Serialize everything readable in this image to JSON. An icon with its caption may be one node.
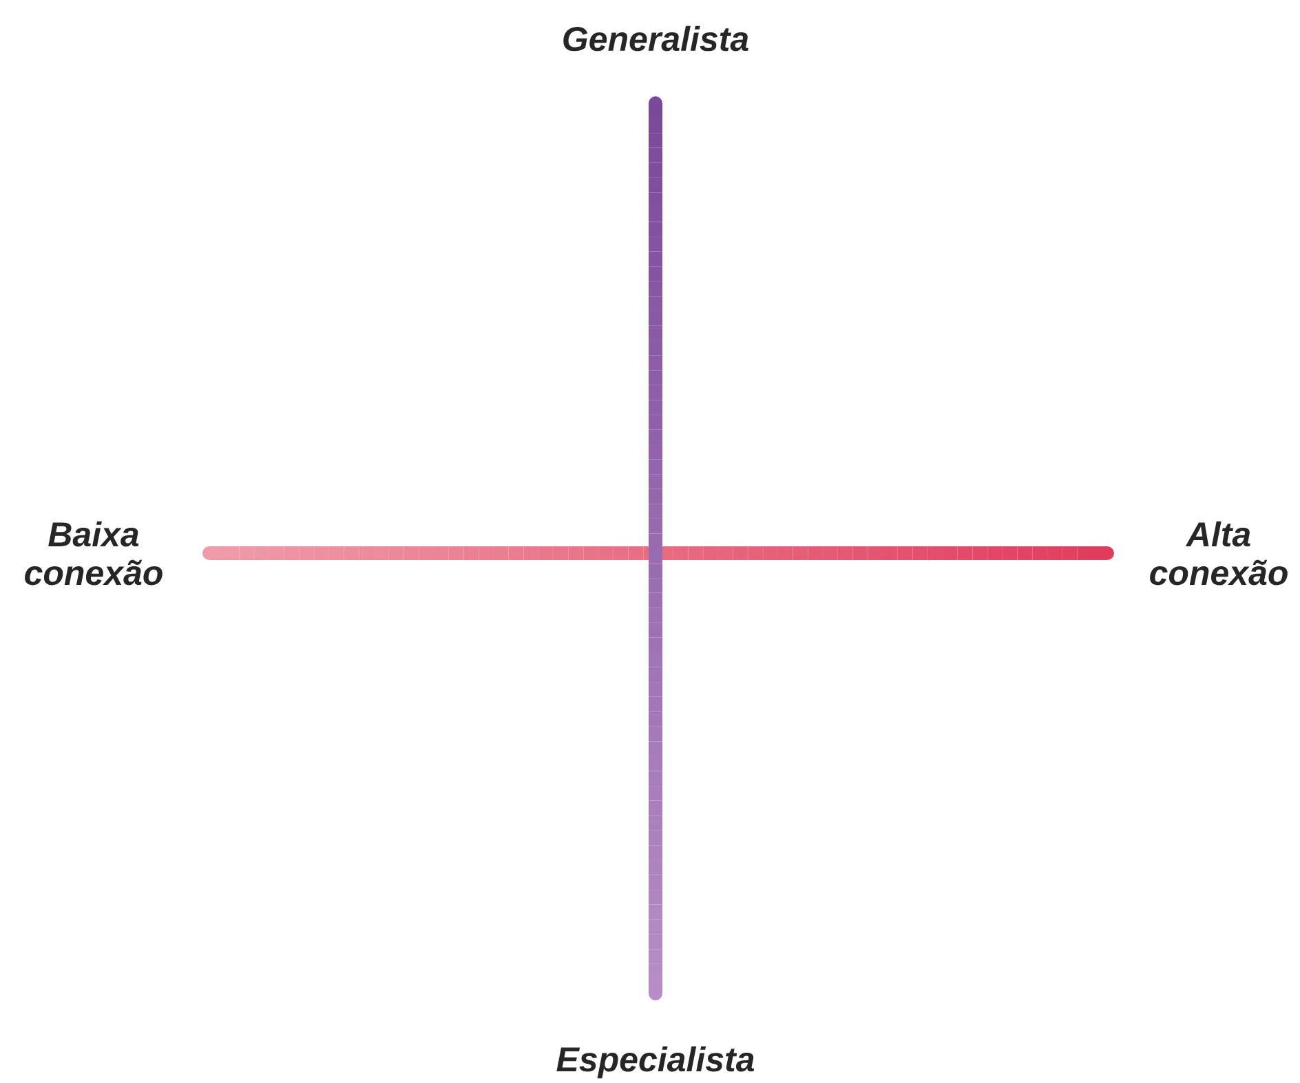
{
  "diagram": {
    "labels": [
      "Generalista",
      "Baixa conexão",
      "Alta conexão",
      "Especialista"
    ]
  }
}
